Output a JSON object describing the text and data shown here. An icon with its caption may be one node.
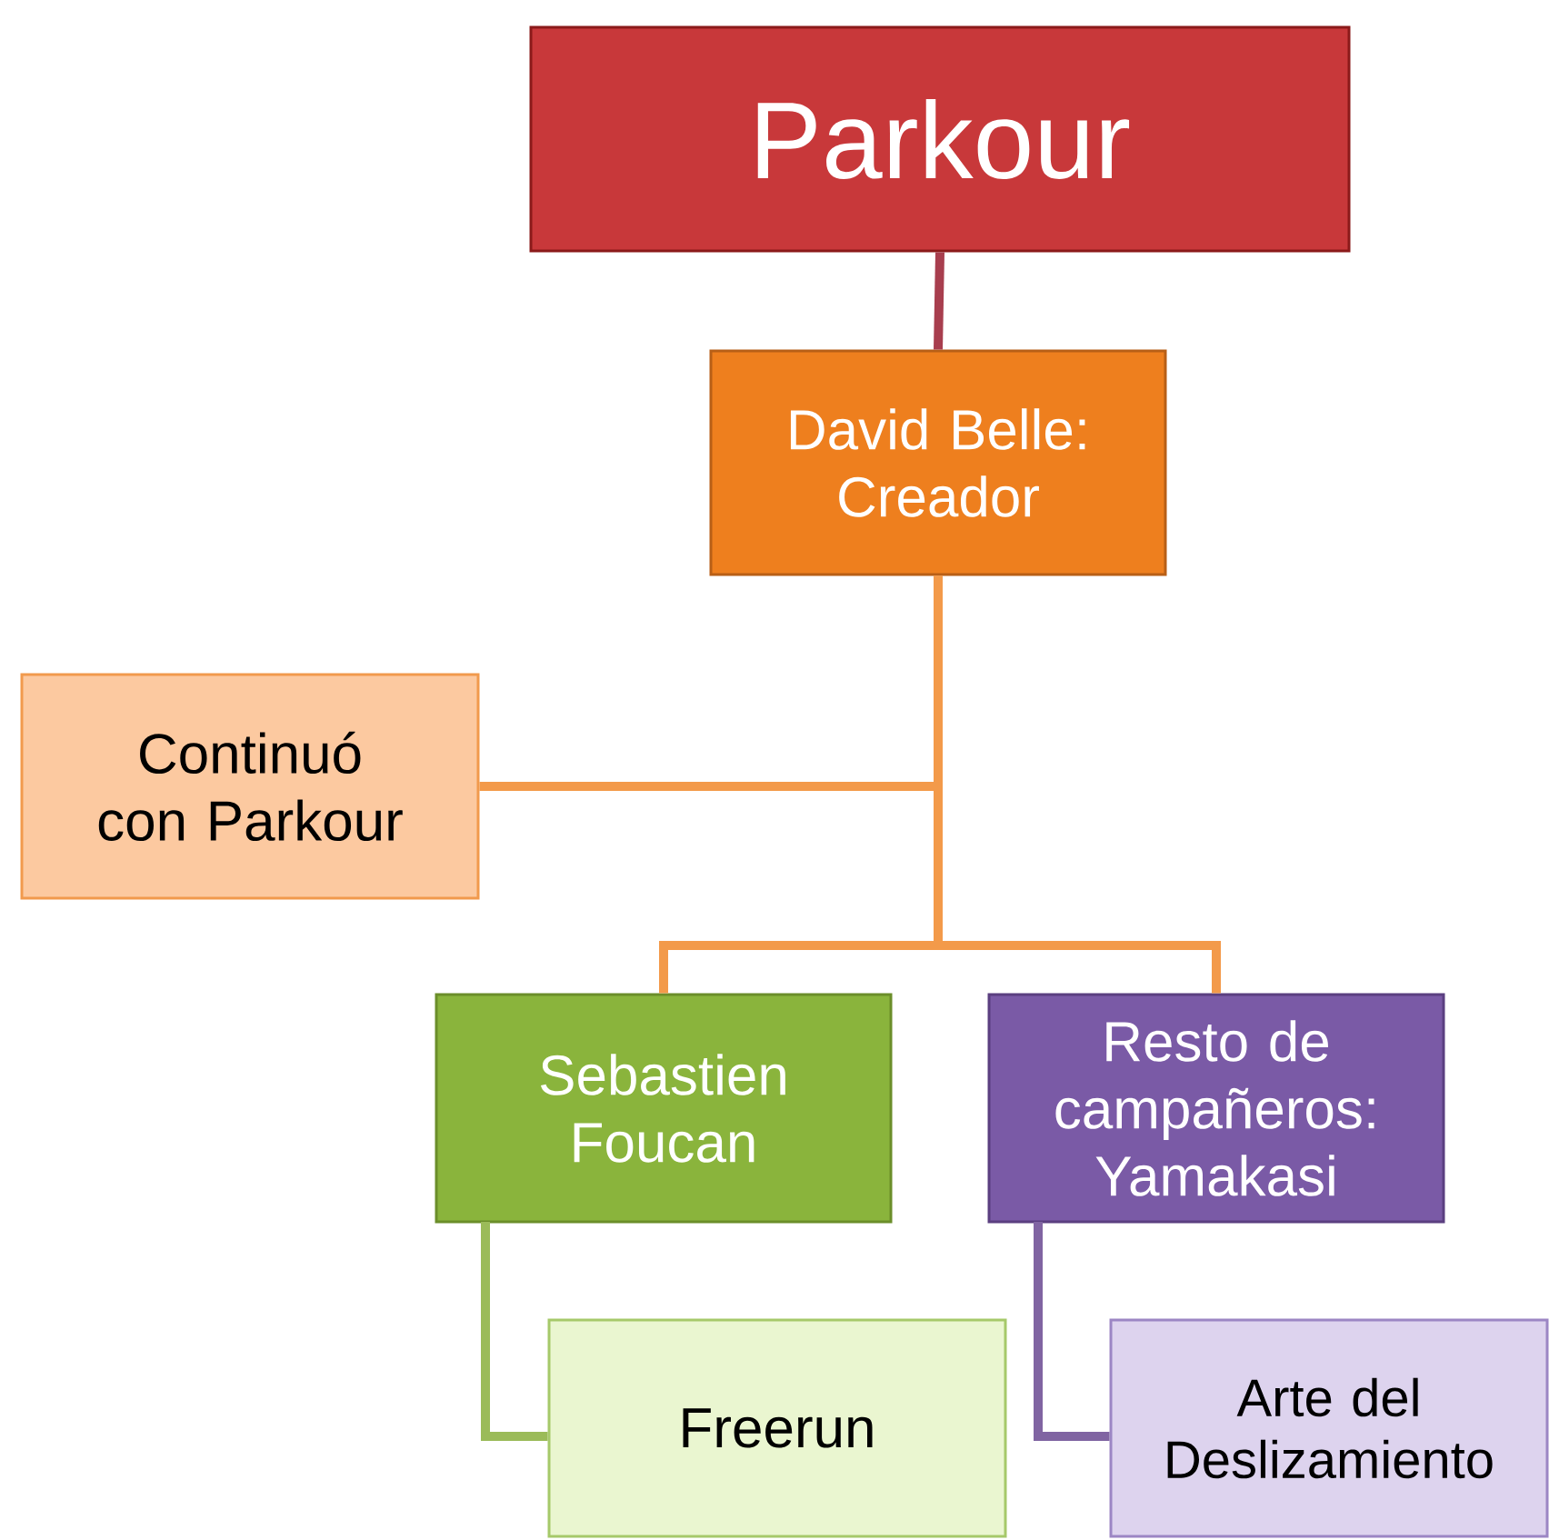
{
  "diagram": {
    "nodes": [
      {
        "text": [
          "Parkour"
        ]
      },
      {
        "text": [
          "David Belle: Creador"
        ]
      },
      {
        "text": [
          "Continuó con Parkour"
        ]
      },
      {
        "text": [
          "Sebastien Foucan"
        ]
      },
      {
        "text": [
          "Resto de campañeros: Yamakasi"
        ]
      },
      {
        "text": [
          "Freerun"
        ]
      },
      {
        "text": [
          "Arte del Deslizamiento"
        ]
      }
    ],
    "edges": [
      {
        "from": 0,
        "to": 1,
        "arrow": "none",
        "color": "#a83e4e"
      },
      {
        "from": 1,
        "to": 2,
        "arrow": "none"
      },
      {
        "from": 1,
        "to": 3,
        "arrow": "none"
      },
      {
        "from": 1,
        "to": 4,
        "arrow": "none"
      },
      {
        "from": 3,
        "to": 5,
        "arrow": "none",
        "color": "#9bbb59"
      },
      {
        "from": 4,
        "to": 6,
        "arrow": "none",
        "color": "#8064a2"
      }
    ]
  }
}
